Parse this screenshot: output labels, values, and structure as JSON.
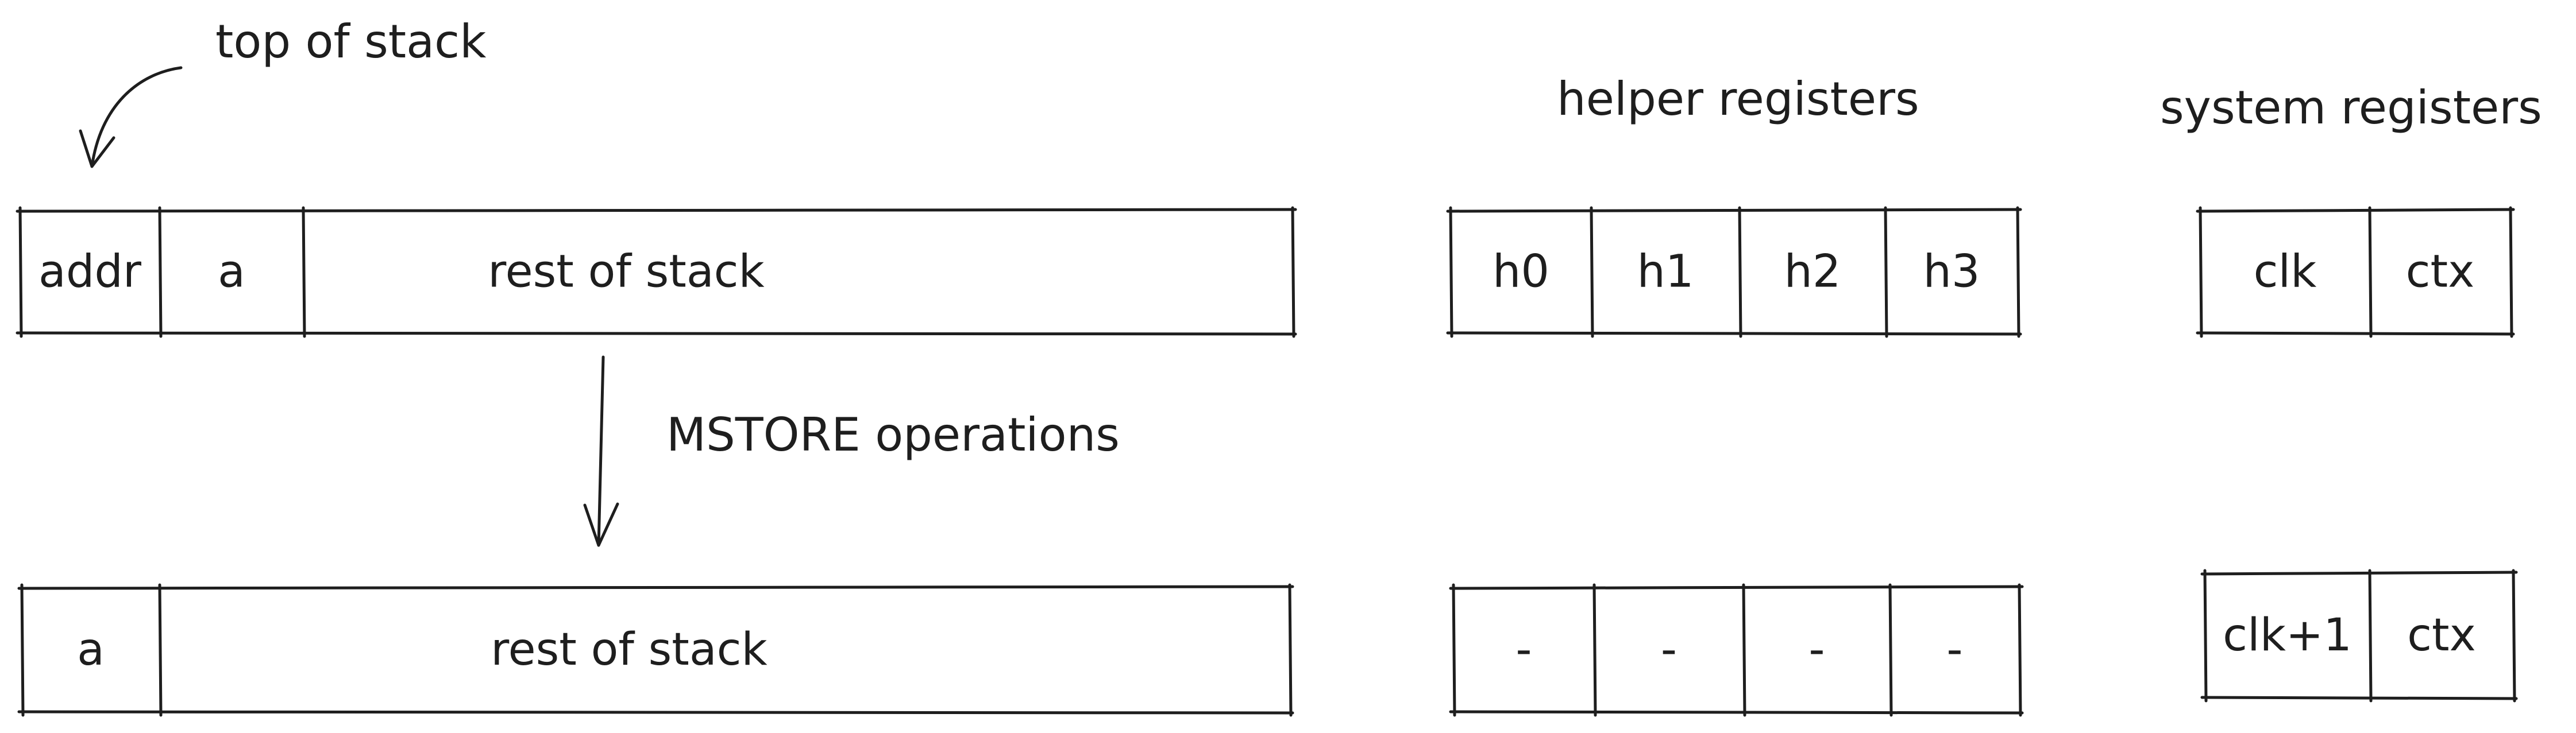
{
  "labels": {
    "top_of_stack": "top of stack",
    "helper_registers": "helper registers",
    "system_registers": "system registers",
    "operation": "MSTORE operations"
  },
  "before": {
    "stack": [
      "addr",
      "a",
      "rest of stack"
    ],
    "helper": [
      "h0",
      "h1",
      "h2",
      "h3"
    ],
    "system": [
      "clk",
      "ctx"
    ]
  },
  "after": {
    "stack": [
      "a",
      "rest of stack"
    ],
    "helper": [
      "-",
      "-",
      "-",
      "-"
    ],
    "system": [
      "clk+1",
      "ctx"
    ]
  }
}
